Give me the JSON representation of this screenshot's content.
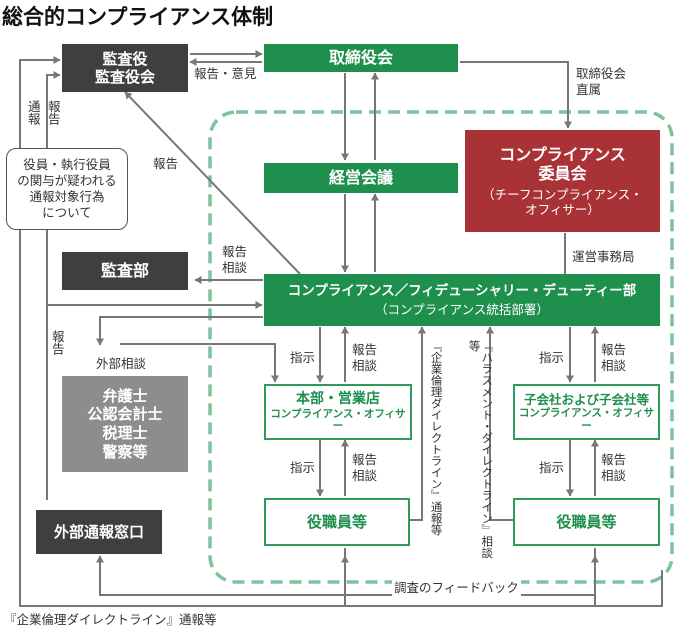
{
  "title": "総合的コンプライアンス体制",
  "boxes": {
    "kansayaku": [
      "監査役",
      "監査役会"
    ],
    "torishimariyakukai": "取締役会",
    "keiei_kaigi": "経営会議",
    "compliance_iinkai": [
      "コンプライアンス",
      "委員会"
    ],
    "compliance_iinkai_sub": [
      "（チーフコンプライアンス・",
      "オフィサー）"
    ],
    "kansabu": "監査部",
    "fiduciary_bu": "コンプライアンス／フィデューシャリー・デューティー部",
    "fiduciary_bu_sub": "（コンプライアンス統括部署）",
    "honbu_officer": [
      "本部・営業店",
      "コンプライアンス・オフィサー"
    ],
    "kogaisha_officer": [
      "子会社および子会社等",
      "コンプライアンス・オフィサー"
    ],
    "yakushokuin_left": "役職員等",
    "yakushokuin_right": "役職員等",
    "gaibu_senmonka": [
      "弁護士",
      "公認会計士",
      "税理士",
      "警察等"
    ],
    "gaibu_tsuho": "外部通報窓口"
  },
  "note_box": [
    "役員・執行役員",
    "の関与が疑われる",
    "通報対象行為",
    "について"
  ],
  "labels": {
    "hokoku_iken": "報告・意見",
    "torishimari_chokuzoku": [
      "取締役会",
      "直属"
    ],
    "hokoku": "報告",
    "hokoku_sodan": [
      "報告",
      "相談"
    ],
    "uneijimukyoku": "運営事務局",
    "gaibu_sodan": "外部相談",
    "shiji": "指示",
    "tsuho": "通報",
    "chosa_feedback": "調査のフィードバック",
    "footer": "『企業倫理ダイレクトライン』通報等"
  },
  "vertical": {
    "kigyo_line": "『企業倫理ダイレクトライン』通報等",
    "harassment_line": "『ハラスメント・ダイレクトライン』相談等"
  },
  "colors": {
    "dark_box": "#3f3f3f",
    "gray_box": "#8d8d8d",
    "green_box": "#1e8f4d",
    "red_box": "#a83236",
    "dashed_border": "#7fc29b"
  }
}
